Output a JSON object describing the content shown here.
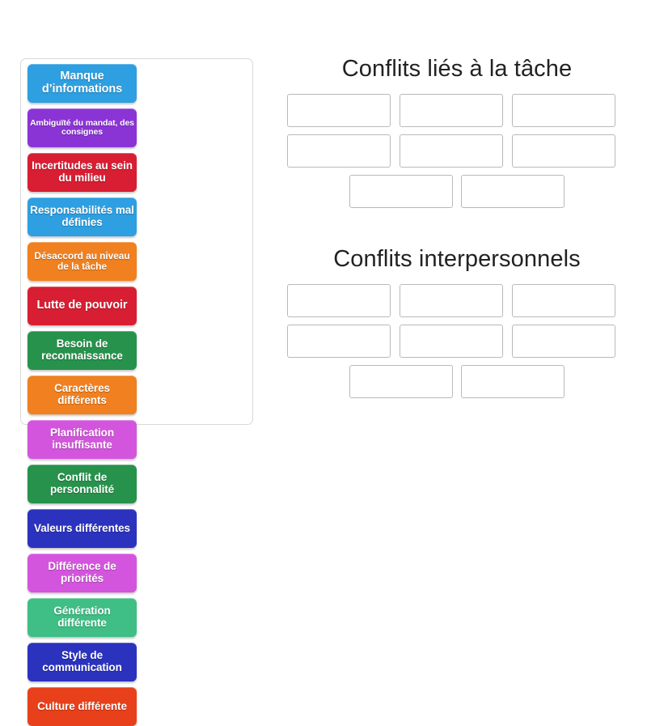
{
  "activity": {
    "type": "group-sort",
    "tile_bank_label": "unsorted-items"
  },
  "tiles": [
    {
      "id": "manque-informations",
      "label": "Manque d’informations",
      "color": "#2e9fe0",
      "size": "lg"
    },
    {
      "id": "ambiguite-mandat",
      "label": "Ambiguïté du mandat, des consignes",
      "color": "#8b34d6",
      "size": "xs"
    },
    {
      "id": "incertitudes-milieu",
      "label": "Incertitudes au sein du milieu",
      "color": "#d81e32",
      "size": "md"
    },
    {
      "id": "responsabilites-mal-definies",
      "label": "Responsabilités mal définies",
      "color": "#2e9fe0",
      "size": "md"
    },
    {
      "id": "desaccord-tache",
      "label": "Désaccord au niveau de la tâche",
      "color": "#f08020",
      "size": "sm"
    },
    {
      "id": "lutte-pouvoir",
      "label": "Lutte de pouvoir",
      "color": "#d81e32",
      "size": "lg"
    },
    {
      "id": "besoin-reconnaissance",
      "label": "Besoin de reconnaissance",
      "color": "#27924c",
      "size": "md"
    },
    {
      "id": "caracteres-differents",
      "label": "Caractères différents",
      "color": "#f08020",
      "size": "md"
    },
    {
      "id": "planification-insuffisante",
      "label": "Planification insuffisante",
      "color": "#d455dd",
      "size": "md"
    },
    {
      "id": "conflit-personnalite",
      "label": "Conflit de personnalité",
      "color": "#27924c",
      "size": "md"
    },
    {
      "id": "valeurs-differentes",
      "label": "Valeurs différentes",
      "color": "#2b32be",
      "size": "md"
    },
    {
      "id": "difference-priorites",
      "label": "Différence de priorités",
      "color": "#d455dd",
      "size": "md"
    },
    {
      "id": "generation-differente",
      "label": "Génération différente",
      "color": "#3fbe85",
      "size": "md"
    },
    {
      "id": "style-communication",
      "label": "Style de communication",
      "color": "#2b32be",
      "size": "md"
    },
    {
      "id": "culture-differente",
      "label": "Culture différente",
      "color": "#e8401a",
      "size": "md"
    }
  ],
  "categories": [
    {
      "id": "conflits-lies-tache",
      "title": "Conflits liés à la tâche",
      "rows": [
        {
          "layout": "wide",
          "slots": 3
        },
        {
          "layout": "wide",
          "slots": 3
        },
        {
          "layout": "centered",
          "slots": 2
        }
      ]
    },
    {
      "id": "conflits-interpersonnels",
      "title": "Conflits interpersonnels",
      "rows": [
        {
          "layout": "wide",
          "slots": 3
        },
        {
          "layout": "wide",
          "slots": 3
        },
        {
          "layout": "centered",
          "slots": 2
        }
      ]
    }
  ],
  "colors": {
    "background": "#ffffff",
    "panel_border": "#d9d9d9",
    "dropzone_border": "#b9b9b9",
    "title_text": "#222222",
    "tile_text": "#ffffff"
  }
}
